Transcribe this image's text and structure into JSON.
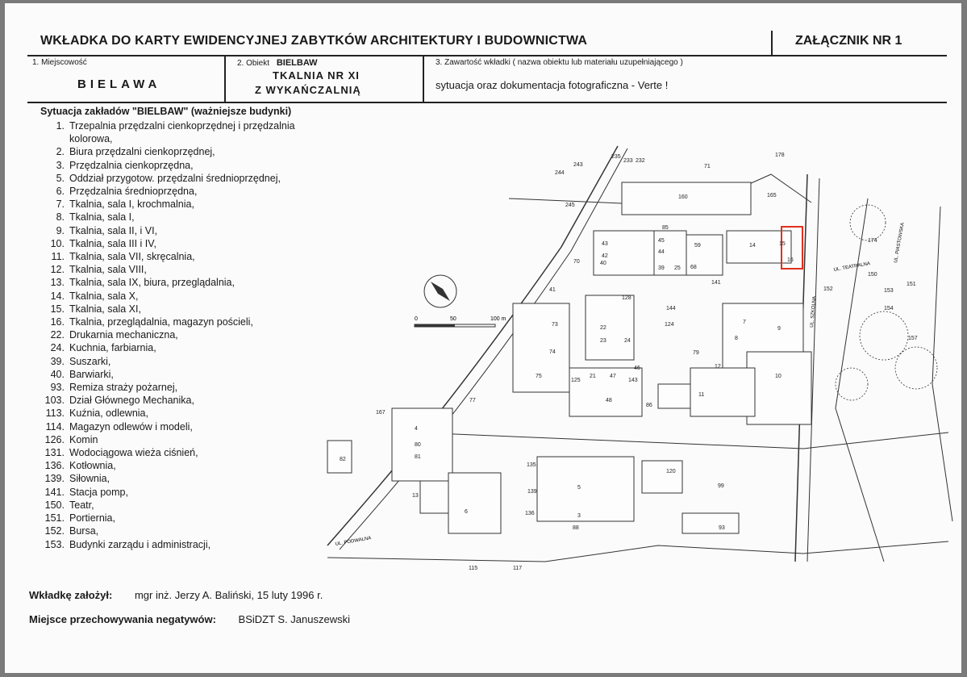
{
  "header": {
    "title": "WKŁADKA DO KARTY EWIDENCYJNEJ ZABYTKÓW ARCHITEKTURY I BUDOWNICTWA",
    "annex": "ZAŁĄCZNIK NR 1"
  },
  "fields": {
    "locality_label": "1. Miejscowość",
    "locality_value": "BIELAWA",
    "object_label": "2. Obiekt",
    "object_brand": "BIELBAW",
    "object_line1": "TKALNIA NR XI",
    "object_line2": "Z WYKAŃCZALNIĄ",
    "content_label": "3. Zawartość wkładki ( nazwa obiektu lub materiału uzupełniającego )",
    "content_value": "sytuacja oraz dokumentacja fotograficzna - Verte !"
  },
  "legend": {
    "title": "Sytuacja zakładów \"BIELBAW\" (ważniejsze budynki)",
    "items": [
      {
        "num": "1.",
        "text": "Trzepalnia przędzalni cienkoprzędnej i przędzalnia kolorowa,"
      },
      {
        "num": "2.",
        "text": "Biura przędzalni cienkoprzędnej,"
      },
      {
        "num": "3.",
        "text": "Przędzalnia cienkoprzędna,"
      },
      {
        "num": "5.",
        "text": "Oddział przygotow. przędzalni średnioprzędnej,"
      },
      {
        "num": "6.",
        "text": "Przędzalnia średnioprzędna,"
      },
      {
        "num": "7.",
        "text": "Tkalnia, sala I, krochmalnia,"
      },
      {
        "num": "8.",
        "text": "Tkalnia, sala I,"
      },
      {
        "num": "9.",
        "text": "Tkalnia, sala II, i VI,"
      },
      {
        "num": "10.",
        "text": "Tkalnia, sala III i IV,"
      },
      {
        "num": "11.",
        "text": "Tkalnia, sala VII, skręcalnia,"
      },
      {
        "num": "12.",
        "text": "Tkalnia, sala VIII,"
      },
      {
        "num": "13.",
        "text": "Tkalnia, sala IX, biura, przeglądalnia,"
      },
      {
        "num": "14.",
        "text": "Tkalnia, sala X,"
      },
      {
        "num": "15.",
        "text": "Tkalnia, sala XI,"
      },
      {
        "num": "16.",
        "text": "Tkalnia, przeglądalnia, magazyn pościeli,"
      },
      {
        "num": "22.",
        "text": "Drukarnia mechaniczna,"
      },
      {
        "num": "24.",
        "text": "Kuchnia, farbiarnia,"
      },
      {
        "num": "39.",
        "text": "Suszarki,"
      },
      {
        "num": "40.",
        "text": "Barwiarki,"
      },
      {
        "num": "93.",
        "text": "Remiza straży pożarnej,"
      },
      {
        "num": "103.",
        "text": "Dział Głównego Mechanika,"
      },
      {
        "num": "113.",
        "text": "Kuźnia, odlewnia,"
      },
      {
        "num": "114.",
        "text": "Magazyn odlewów i modeli,"
      },
      {
        "num": "126.",
        "text": "Komin"
      },
      {
        "num": "131.",
        "text": "Wodociągowa wieża ciśnień,"
      },
      {
        "num": "136.",
        "text": "Kotłownia,"
      },
      {
        "num": "139.",
        "text": "Siłownia,"
      },
      {
        "num": "141.",
        "text": "Stacja pomp,"
      },
      {
        "num": "150.",
        "text": "Teatr,"
      },
      {
        "num": "151.",
        "text": "Portiernia,"
      },
      {
        "num": "152.",
        "text": "Bursa,"
      },
      {
        "num": "153.",
        "text": "Budynki zarządu i administracji,"
      }
    ]
  },
  "map": {
    "scale_ticks": [
      "0",
      "50",
      "100 m"
    ],
    "building_labels": [
      "243",
      "235",
      "244",
      "245",
      "233",
      "232",
      "160",
      "71",
      "178",
      "165",
      "85",
      "43",
      "45",
      "44",
      "59",
      "14",
      "15",
      "16",
      "42",
      "39",
      "25",
      "68",
      "70",
      "40",
      "41",
      "128",
      "144",
      "124",
      "141",
      "73",
      "22",
      "23",
      "24",
      "74",
      "75",
      "77",
      "21",
      "47",
      "143",
      "46",
      "125",
      "48",
      "86",
      "79",
      "12",
      "11",
      "10",
      "9",
      "7",
      "8",
      "13",
      "6",
      "5",
      "3",
      "4",
      "80",
      "81",
      "82",
      "167",
      "135",
      "139",
      "136",
      "88",
      "115",
      "117",
      "120",
      "99",
      "93",
      "174",
      "150",
      "151",
      "152",
      "153",
      "154",
      "157"
    ],
    "street_labels": [
      "UL. TEATRALNA",
      "UL. PIASTOWSKA",
      "UL. SZKOLNA",
      "UL. PODWALNA"
    ],
    "accent_color": "#e0301e",
    "line_color": "#333333"
  },
  "footer": {
    "founder_label": "Wkładkę założył:",
    "founder_value": "mgr inż. Jerzy A. Baliński, 15 luty 1996 r.",
    "storage_label": "Miejsce przechowywania negatywów:",
    "storage_value": "BSiDZT S. Januszewski"
  }
}
